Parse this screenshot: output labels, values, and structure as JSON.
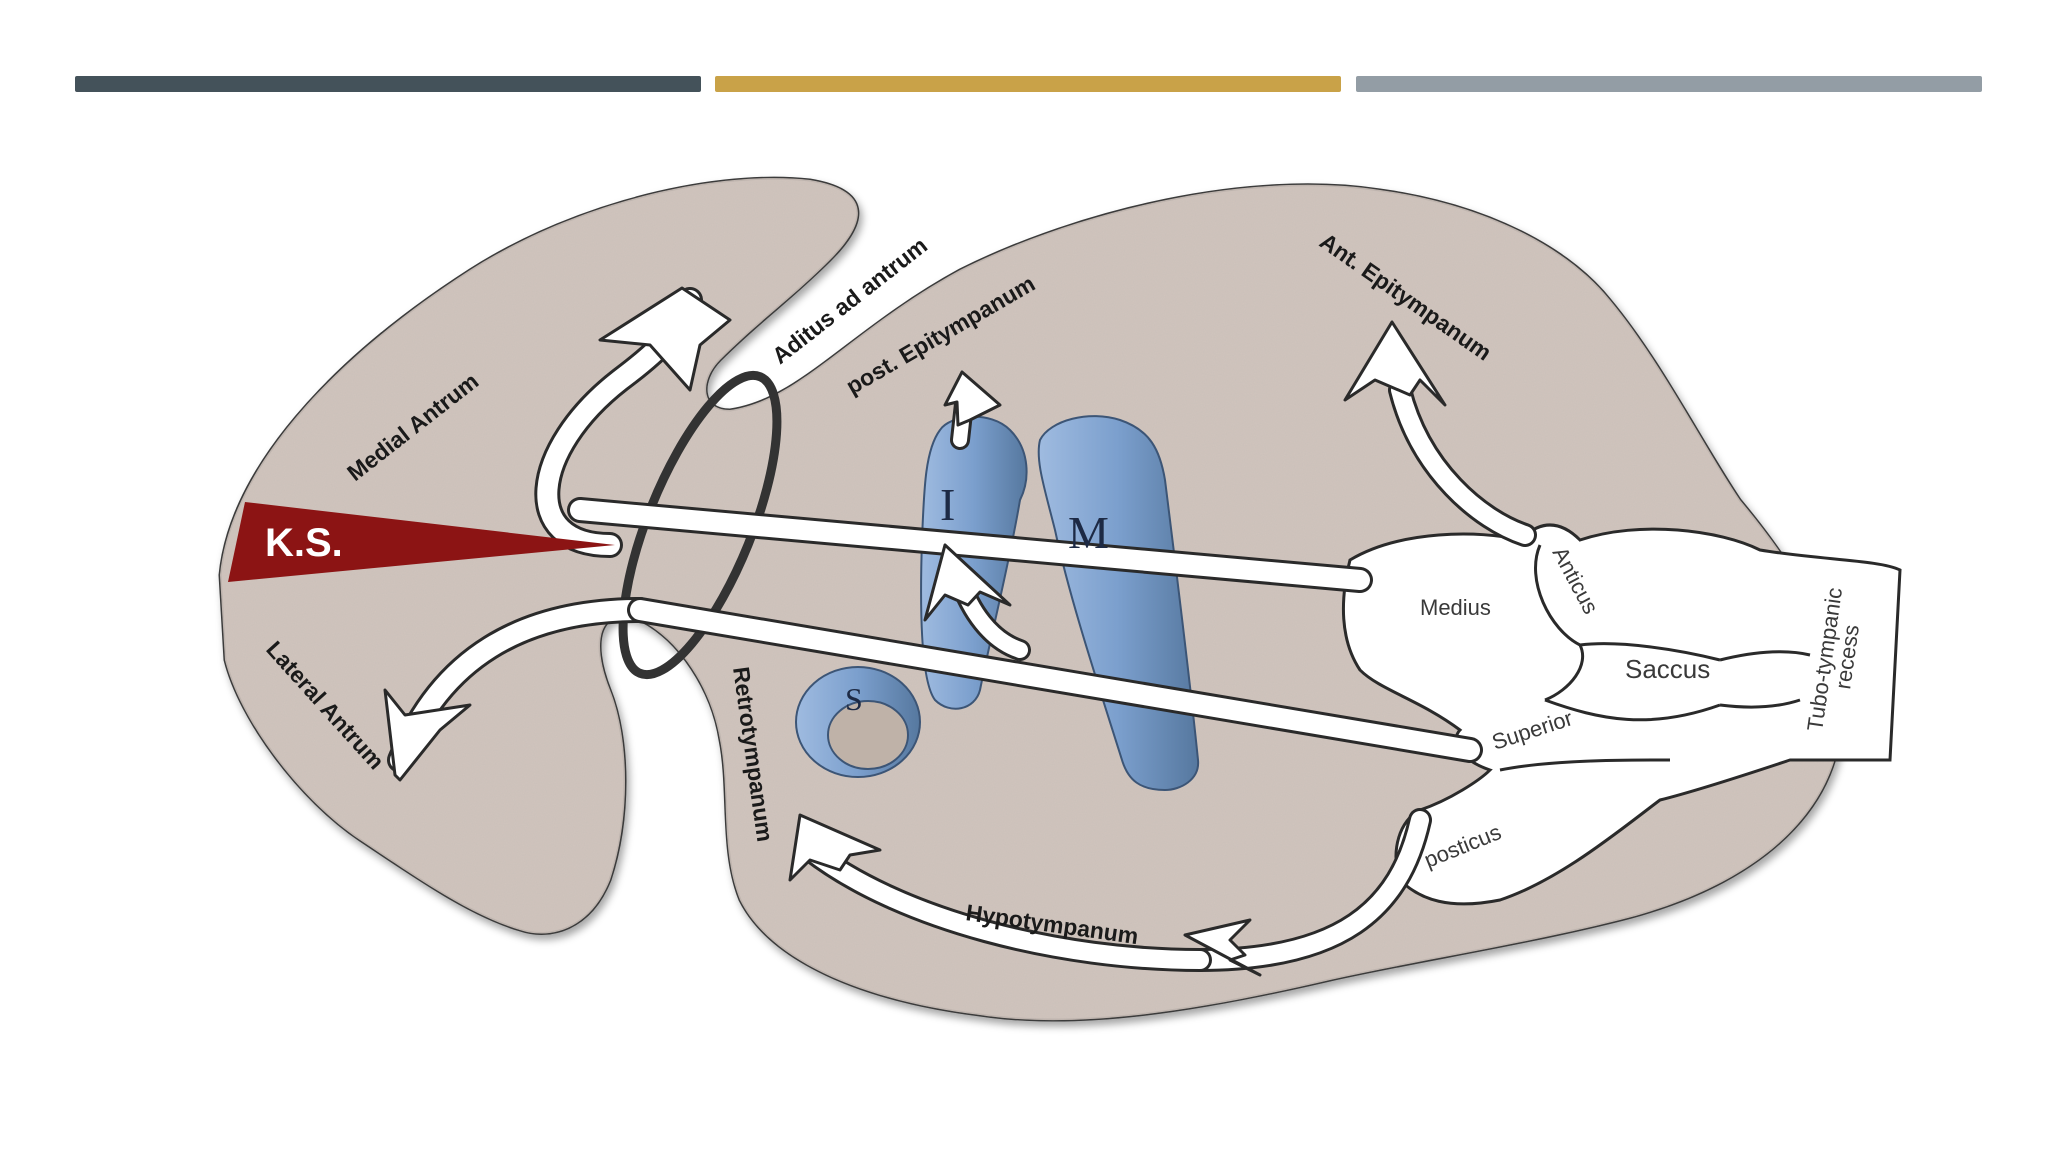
{
  "colors": {
    "bar_dark": "#44525a",
    "bar_gold": "#c9a248",
    "bar_gray": "#939da5",
    "bone": "#d1c5bd",
    "ossicle": "#7b9fcd",
    "ks_red": "#8c1414",
    "arrow": "#ffffff"
  },
  "labels": {
    "ks": "K.S.",
    "medial_antrum": "Medial Antrum",
    "aditus": "Aditus ad antrum",
    "post_epitympanum": "post. Epitympanum",
    "ant_epitympanum": "Ant. Epitympanum",
    "lateral_antrum": "Lateral Antrum",
    "retrotympanum": "Retrotympanum",
    "hypotympanum": "Hypotympanum",
    "incus": "I",
    "malleus": "M",
    "stapes": "S",
    "medius": "Medius",
    "anticus": "Anticus",
    "saccus": "Saccus",
    "superior": "Superior",
    "posticus": "posticus",
    "tubo_line1": "Tubo-tympanic",
    "tubo_line2": "recess"
  }
}
